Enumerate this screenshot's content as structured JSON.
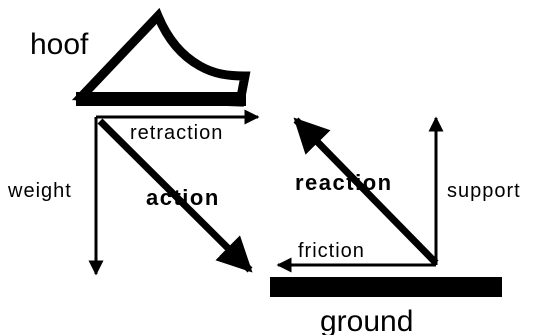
{
  "diagram": {
    "labels": {
      "hoof": "hoof",
      "ground": "ground",
      "retraction": "retraction",
      "weight": "weight",
      "action": "action",
      "reaction": "reaction",
      "support": "support",
      "friction": "friction"
    }
  },
  "colors": {
    "ink": "#000000",
    "background": "#ffffff"
  }
}
